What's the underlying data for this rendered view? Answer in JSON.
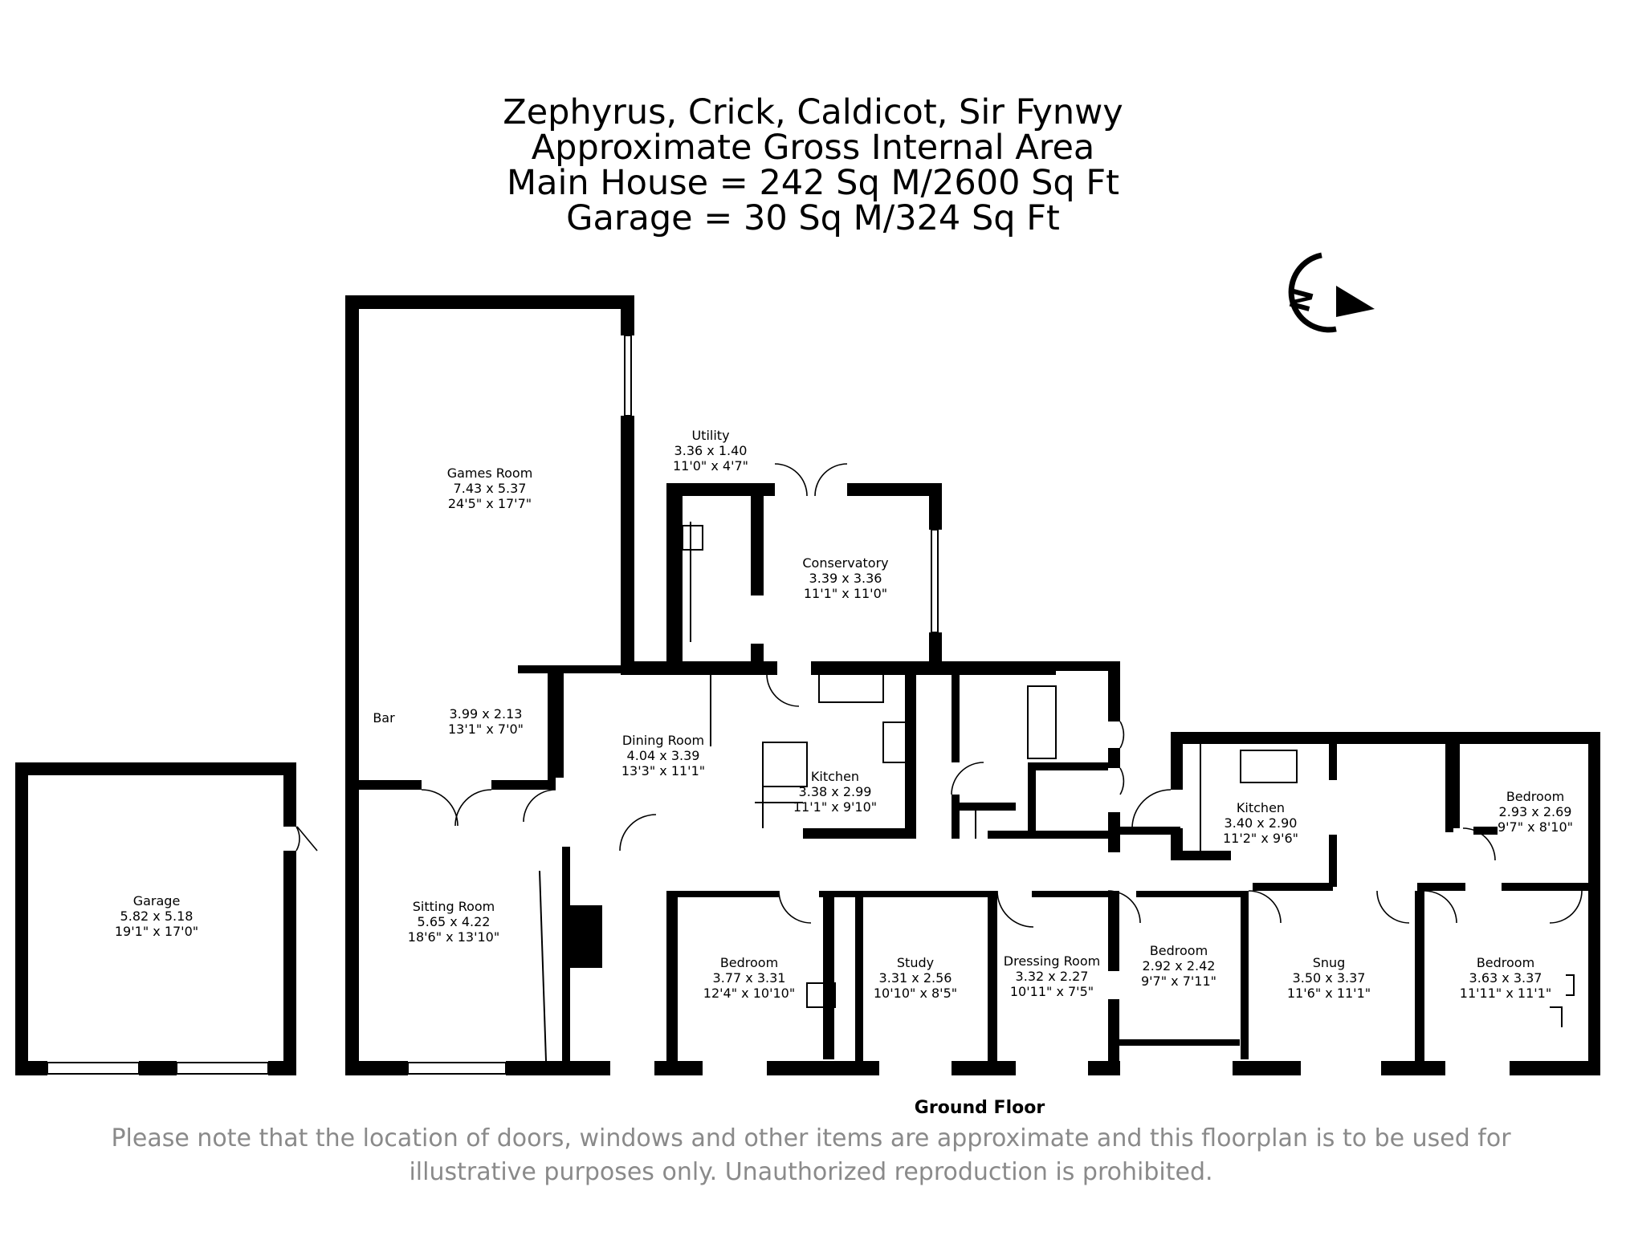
{
  "header": {
    "address": "Zephyrus, Crick, Caldicot, Sir Fynwy",
    "subtitle": "Approximate Gross Internal Area",
    "main_house_area": "Main House = 242 Sq M/2600 Sq Ft",
    "garage_area": "Garage = 30 Sq M/324 Sq Ft"
  },
  "compass": {
    "letter": "N",
    "icon": "north-compass-icon"
  },
  "rooms": {
    "games_room": {
      "name": "Games Room",
      "metric": "7.43 x 5.37",
      "imperial": "24'5\" x 17'7\""
    },
    "bar": {
      "name": "Bar",
      "metric": "3.99 x 2.13",
      "imperial": "13'1\" x 7'0\""
    },
    "sitting_room": {
      "name": "Sitting Room",
      "metric": "5.65 x 4.22",
      "imperial": "18'6\" x 13'10\""
    },
    "utility": {
      "name": "Utility",
      "metric": "3.36 x 1.40",
      "imperial": "11'0\" x 4'7\""
    },
    "conservatory": {
      "name": "Conservatory",
      "metric": "3.39 x 3.36",
      "imperial": "11'1\" x 11'0\""
    },
    "dining_room": {
      "name": "Dining Room",
      "metric": "4.04 x 3.39",
      "imperial": "13'3\" x 11'1\""
    },
    "kitchen_1": {
      "name": "Kitchen",
      "metric": "3.38 x 2.99",
      "imperial": "11'1\" x 9'10\""
    },
    "garage": {
      "name": "Garage",
      "metric": "5.82 x 5.18",
      "imperial": "19'1\" x 17'0\""
    },
    "bedroom_1": {
      "name": "Bedroom",
      "metric": "3.77 x 3.31",
      "imperial": "12'4\" x 10'10\""
    },
    "study": {
      "name": "Study",
      "metric": "3.31 x 2.56",
      "imperial": "10'10\" x 8'5\""
    },
    "dressing_room": {
      "name": "Dressing Room",
      "metric": "3.32 x 2.27",
      "imperial": "10'11\" x 7'5\""
    },
    "bedroom_2": {
      "name": "Bedroom",
      "metric": "2.92 x 2.42",
      "imperial": "9'7\" x 7'11\""
    },
    "kitchen_2": {
      "name": "Kitchen",
      "metric": "3.40 x 2.90",
      "imperial": "11'2\" x 9'6\""
    },
    "snug": {
      "name": "Snug",
      "metric": "3.50 x 3.37",
      "imperial": "11'6\" x 11'1\""
    },
    "bedroom_3": {
      "name": "Bedroom",
      "metric": "2.93 x 2.69",
      "imperial": "9'7\" x 8'10\""
    },
    "bedroom_4": {
      "name": "Bedroom",
      "metric": "3.63 x 3.37",
      "imperial": "11'11\" x 11'1\""
    }
  },
  "floor_label": "Ground Floor",
  "disclaimer": "Please note that the location of doors, windows and other items are approximate and this floorplan is to be used for illustrative purposes only. Unauthorized reproduction is prohibited.",
  "colors": {
    "wall": "#000000",
    "disclaimer": "#8a8a8a",
    "background": "#ffffff"
  }
}
